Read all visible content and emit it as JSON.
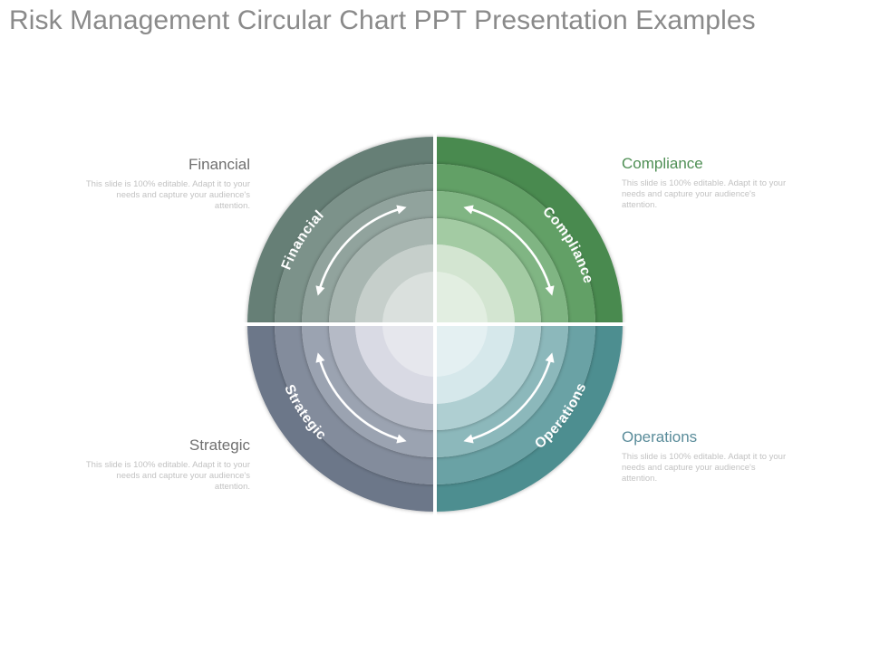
{
  "title": "Risk Management Circular Chart PPT Presentation Examples",
  "segments": [
    {
      "label": "Financial",
      "colors": [
        "#667f76",
        "#7b928a",
        "#91a39d",
        "#a8b6b1",
        "#c6cfcb"
      ]
    },
    {
      "label": "Compliance",
      "colors": [
        "#4a8a4f",
        "#62a066",
        "#80b583",
        "#a3cba3",
        "#d3e5d1"
      ]
    },
    {
      "label": "Operations",
      "colors": [
        "#4d8e90",
        "#6aa2a5",
        "#8cb8bb",
        "#afcfd2",
        "#d6e8eb"
      ]
    },
    {
      "label": "Strategic",
      "colors": [
        "#6c7789",
        "#838c9c",
        "#9ba3b1",
        "#b5bac6",
        "#d9dae4"
      ]
    }
  ],
  "callouts": {
    "financial": {
      "title": "Financial",
      "body": "This slide is 100% editable. Adapt it to your needs and capture your audience's attention.",
      "color": "#6f6f6f"
    },
    "compliance": {
      "title": "Compliance",
      "body": "This slide is 100% editable. Adapt it to your needs and capture your audience's attention.",
      "color": "#4f8f55"
    },
    "strategic": {
      "title": "Strategic",
      "body": "This slide is 100% editable. Adapt it to your needs and capture your audience's attention.",
      "color": "#6f6f6f"
    },
    "operations": {
      "title": "Operations",
      "body": "This slide is 100% editable. Adapt it to your needs and capture your audience's attention.",
      "color": "#5a8c9a"
    }
  }
}
